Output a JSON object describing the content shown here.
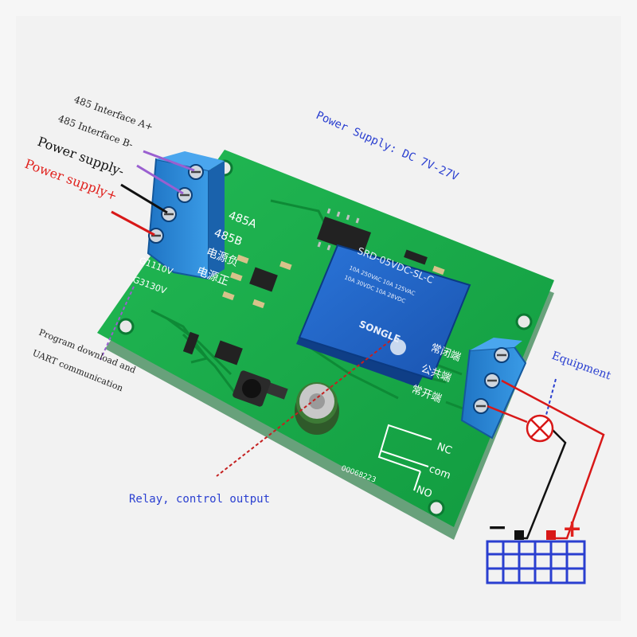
{
  "labels": {
    "rs485_a": "485 Interface A+",
    "rs485_b": "485 Interface B-",
    "power_minus": "Power supply-",
    "power_plus": "Power supply+",
    "power_supply_spec": "Power Supply: DC 7V-27V",
    "program_line1": "Program download and",
    "program_line2": "UART communication",
    "relay_output": "Relay, control output",
    "equipment": "Equipment"
  },
  "board": {
    "silk_485a": "485A",
    "silk_485b": "485B",
    "silk_power_neg": "电源负",
    "silk_power_pos": "电源正",
    "silk_g1": "G1110V",
    "silk_g3": "G3130V",
    "silk_nc_cn": "常闭端",
    "silk_com_cn": "公共端",
    "silk_no_cn": "常开端",
    "silk_nc": "NC",
    "silk_com": "com",
    "silk_no": "NO",
    "serial": "00068223"
  },
  "relay": {
    "model": "SRD-05VDC-SL-C",
    "brand": "SONGLE",
    "rating1": "10A 250VAC 10A 125VAC",
    "rating2": "10A 30VDC 10A 28VDC"
  },
  "battery": {
    "minus": "−",
    "plus": "+"
  },
  "colors": {
    "pcb": "#17a84a",
    "terminal": "#2a86d6",
    "relay": "#1f64c8",
    "label_red": "#e0201c",
    "label_blue": "#2a3fd0",
    "wire_purple": "#9a5fd0"
  }
}
